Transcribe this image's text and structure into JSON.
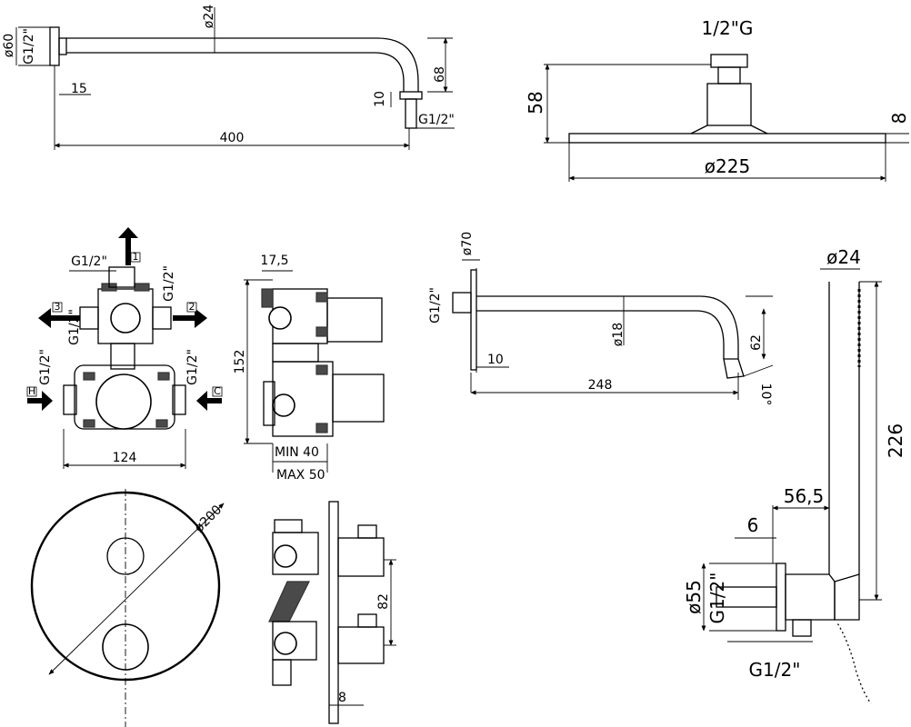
{
  "shower_arm": {
    "flange_dia": "ø60",
    "thread": "G1/2\"",
    "pipe_dia": "ø24",
    "depth": "15",
    "length": "400",
    "drop": "68",
    "nozzle": "10",
    "outlet_thread": "G1/2\""
  },
  "head": {
    "thread": "1/2\"G",
    "height": "58",
    "thickness": "8",
    "diameter": "ø225"
  },
  "mixer": {
    "port_top": "G1/2\"",
    "port_top_right": "G1/2\"",
    "port_mid_left": "G1/2\"",
    "port_low_left": "G1/2\"",
    "port_low_right": "G1/2\"",
    "width": "124",
    "side_top": "17,5",
    "height": "152",
    "min_depth": "MIN 40",
    "max_depth": "MAX 50",
    "flow_icons": [
      "1",
      "2",
      "3",
      "H",
      "C"
    ]
  },
  "spout": {
    "thread": "G1/2\"",
    "flange_dia": "ø70",
    "pipe_dia": "ø18",
    "flange_depth": "10",
    "length": "248",
    "drop": "62",
    "angle": "10°"
  },
  "plate": {
    "diameter": "ø200",
    "spacing": "82",
    "depth": "8"
  },
  "hand_shower": {
    "rod_dia": "ø24",
    "height": "226",
    "offset": "56,5",
    "step": "6",
    "flange_dia": "ø55",
    "inlet_thread": "G1/2\"",
    "outlet_thread": "G1/2\""
  }
}
